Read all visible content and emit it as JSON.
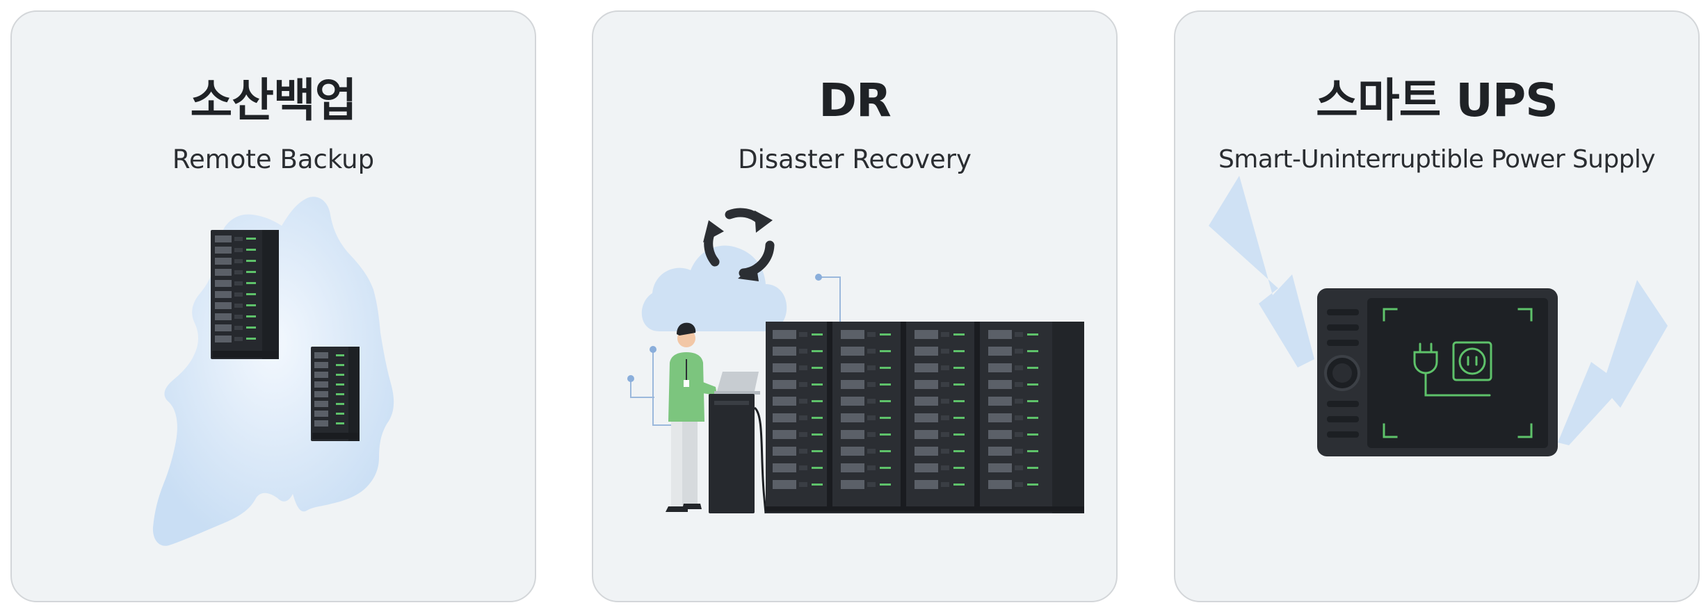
{
  "cards": [
    {
      "title": "소산백업",
      "subtitle": "Remote Backup",
      "illustration_icon": "server-racks-over-map-icon"
    },
    {
      "title": "DR",
      "subtitle": "Disaster Recovery",
      "illustration_icon": "datacenter-recovery-icon"
    },
    {
      "title": "스마트 UPS",
      "subtitle": "Smart-Uninterruptible Power Supply",
      "illustration_icon": "smart-power-unit-icon"
    }
  ],
  "colors": {
    "card_background": "#f0f3f5",
    "card_border": "#d3d6d9",
    "text": "#1f2226",
    "hardware_dark": "#26292e",
    "indicator_green": "#5ec26a",
    "accent_blue": "#cfe1f4"
  }
}
